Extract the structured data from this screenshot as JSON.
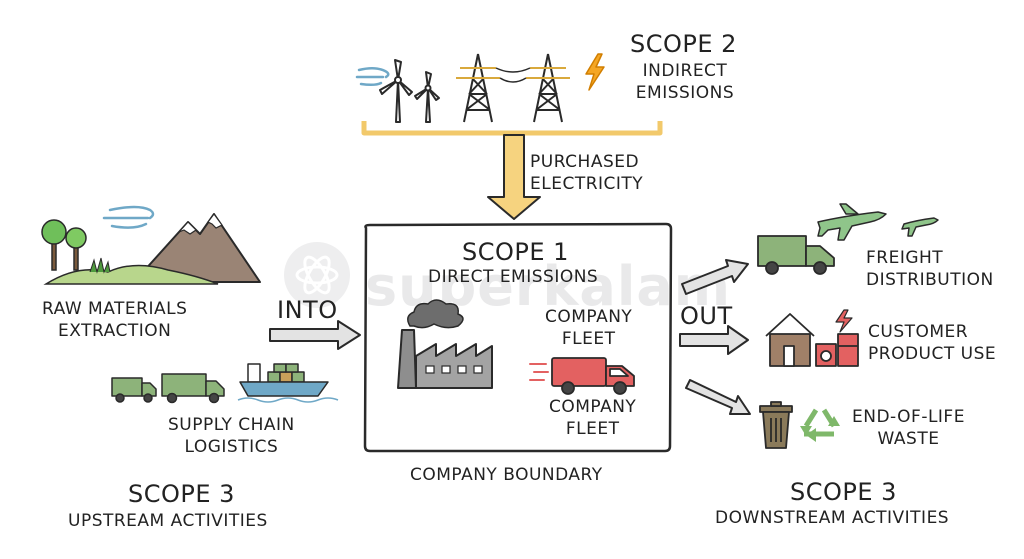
{
  "watermark": "superkalam",
  "scope2": {
    "title": "SCOPE 2",
    "subtitle": "INDIRECT EMISSIONS",
    "arrow_label": [
      "PURCHASED",
      "ELECTRICITY"
    ]
  },
  "scope1": {
    "title": "SCOPE 1",
    "subtitle": "DIRECT EMISSIONS",
    "fleet_top": [
      "COMPANY",
      "FLEET"
    ],
    "fleet_bottom": [
      "COMPANY",
      "FLEET"
    ],
    "boundary": "COMPANY BOUNDARY"
  },
  "upstream": {
    "raw_materials": [
      "RAW MATERIALS",
      "EXTRACTION"
    ],
    "logistics": [
      "SUPPLY CHAIN",
      "LOGISTICS"
    ],
    "into": "INTO",
    "title": "SCOPE 3",
    "subtitle": "UPSTREAM ACTIVITIES"
  },
  "downstream": {
    "out": "OUT",
    "freight": [
      "FREIGHT",
      "DISTRIBUTION"
    ],
    "customer": [
      "CUSTOMER",
      "PRODUCT USE"
    ],
    "waste": [
      "END-OF-LIFE",
      "WASTE"
    ],
    "title": "SCOPE 3",
    "subtitle": "DOWNSTREAM ACTIVITIES"
  },
  "colors": {
    "ink": "#2a2a2a",
    "electricity": "#f2c96b",
    "mountain": "#9a8475",
    "truck_green": "#8db37a",
    "ship_blue": "#6fa8c7",
    "fleet_red": "#e36161",
    "factory_grey": "#8e8e8e",
    "plane_green": "#8fc58a"
  }
}
